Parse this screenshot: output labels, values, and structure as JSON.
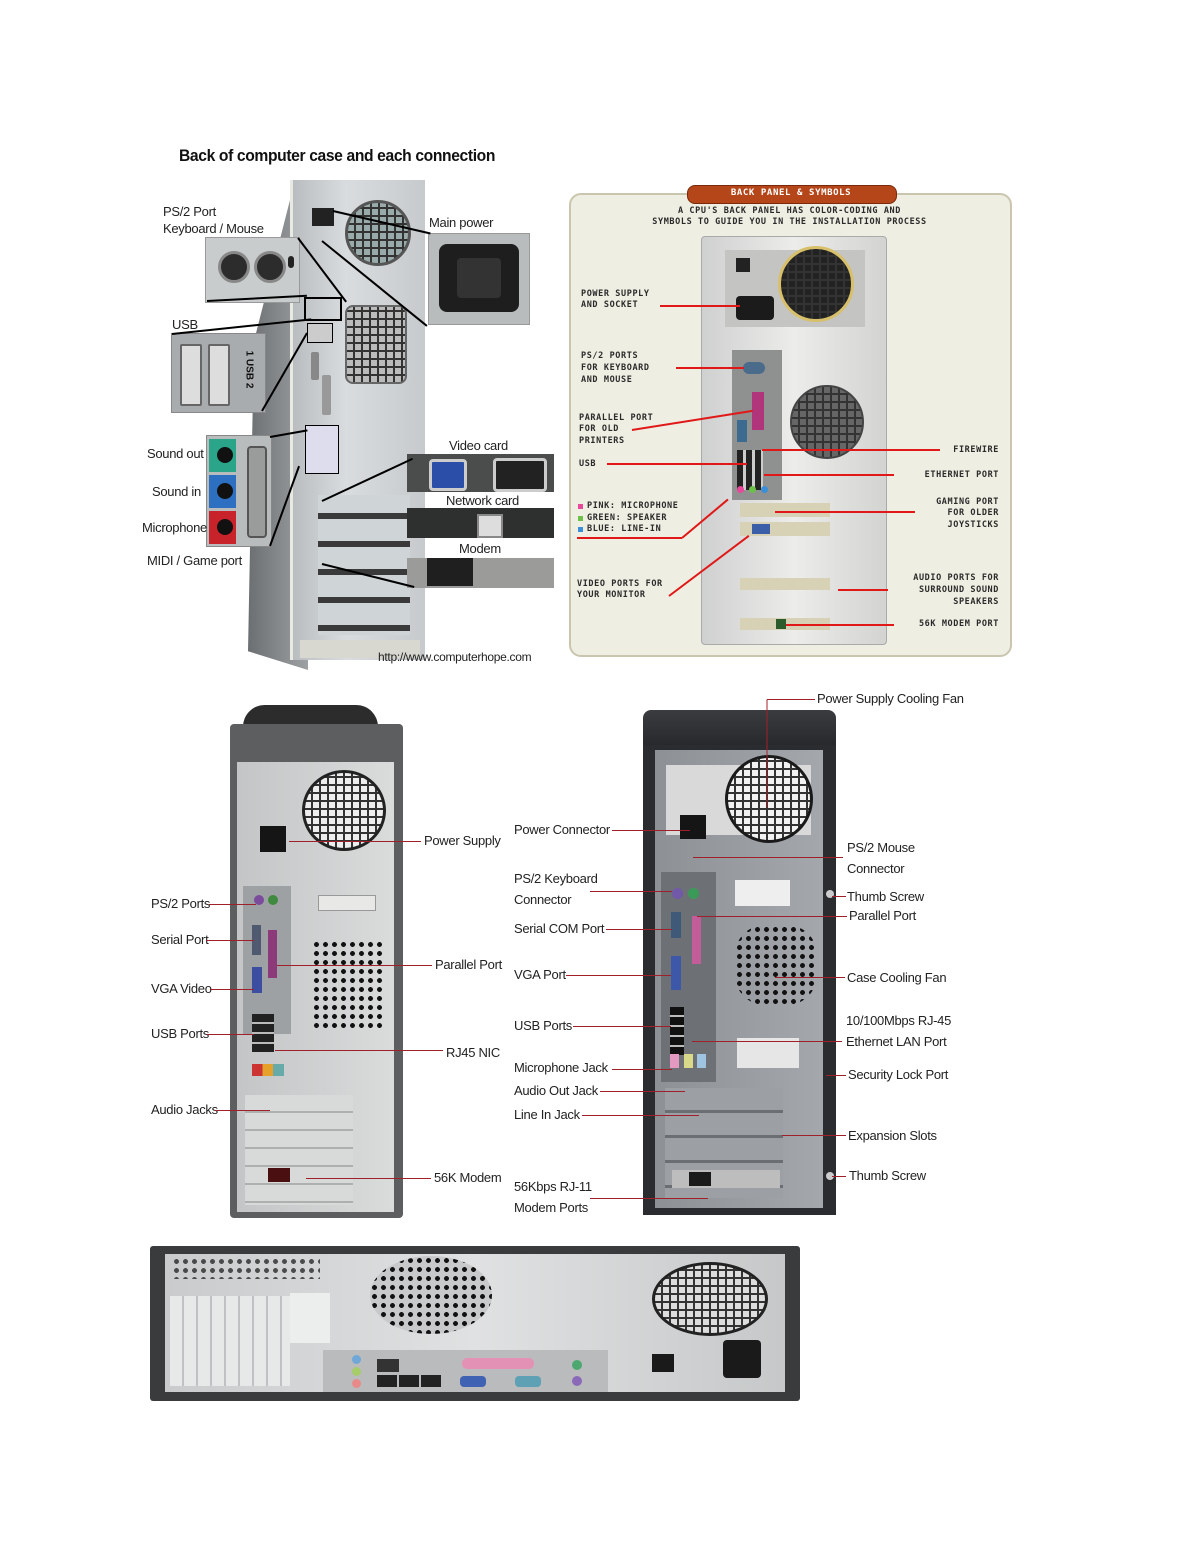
{
  "figure1": {
    "title": "Back of computer case and each connection",
    "labels": {
      "ps2": [
        "PS/2 Port",
        "Keyboard / Mouse"
      ],
      "usb": "USB",
      "main_power": "Main power",
      "sound_out": "Sound out",
      "sound_in": "Sound in",
      "microphone": "Microphone",
      "midi": "MIDI / Game port",
      "video_card": "Video card",
      "network_card": "Network card",
      "modem": "Modem"
    },
    "usb_inset_text": "1 USB 2",
    "credit": "http://www.computerhope.com"
  },
  "figure2": {
    "header": "BACK PANEL & SYMBOLS",
    "intro": [
      "A CPU'S BACK PANEL HAS COLOR-CODING AND",
      "SYMBOLS TO GUIDE YOU IN THE INSTALLATION PROCESS"
    ],
    "left_labels": {
      "power": [
        "POWER SUPPLY",
        "AND SOCKET"
      ],
      "ps2": [
        "PS/2 PORTS",
        "FOR KEYBOARD",
        "AND MOUSE"
      ],
      "parallel": [
        "PARALLEL PORT",
        "FOR OLD",
        "PRINTERS"
      ],
      "usb": "USB",
      "video": [
        "VIDEO PORTS FOR",
        "YOUR MONITOR"
      ]
    },
    "legend": [
      {
        "text": "PINK: MICROPHONE",
        "color": "#e8479a"
      },
      {
        "text": "GREEN: SPEAKER",
        "color": "#6cc04a"
      },
      {
        "text": "BLUE: LINE-IN",
        "color": "#3a8fd8"
      }
    ],
    "right_labels": {
      "firewire": "FIREWIRE",
      "ethernet": "ETHERNET PORT",
      "gaming": [
        "GAMING PORT",
        "FOR OLDER",
        "JOYSTICKS"
      ],
      "audio": [
        "AUDIO PORTS FOR",
        "SURROUND SOUND",
        "SPEAKERS"
      ],
      "modem": "56K MODEM PORT"
    },
    "colors": {
      "header_bg": "#b5461a",
      "panel_bg": "#efeee2",
      "leader": "#e01818"
    }
  },
  "figure3": {
    "left_labels": [
      "PS/2 Ports",
      "Serial Port",
      "VGA Video",
      "USB Ports",
      "Audio Jacks"
    ],
    "right_labels": [
      "Power Supply",
      "Parallel Port",
      "RJ45 NIC",
      "56K Modem"
    ]
  },
  "figure4": {
    "top_label": "Power Supply Cooling Fan",
    "left_labels": {
      "power": "Power Connector",
      "ps2kb": [
        "PS/2 Keyboard",
        "Connector"
      ],
      "serial": "Serial COM Port",
      "vga": "VGA Port",
      "usb": "USB Ports",
      "mic": "Microphone Jack",
      "audio_out": "Audio Out Jack",
      "line_in": "Line In Jack",
      "modem": [
        "56Kbps RJ-11",
        "Modem Ports"
      ]
    },
    "right_labels": {
      "ps2mouse": [
        "PS/2 Mouse",
        "Connector"
      ],
      "thumb1": "Thumb Screw",
      "parallel": "Parallel Port",
      "case_fan": "Case Cooling Fan",
      "lan": [
        "10/100Mbps RJ-45",
        "Ethernet LAN Port"
      ],
      "security": "Security Lock Port",
      "slots": "Expansion Slots",
      "thumb2": "Thumb Screw"
    }
  }
}
